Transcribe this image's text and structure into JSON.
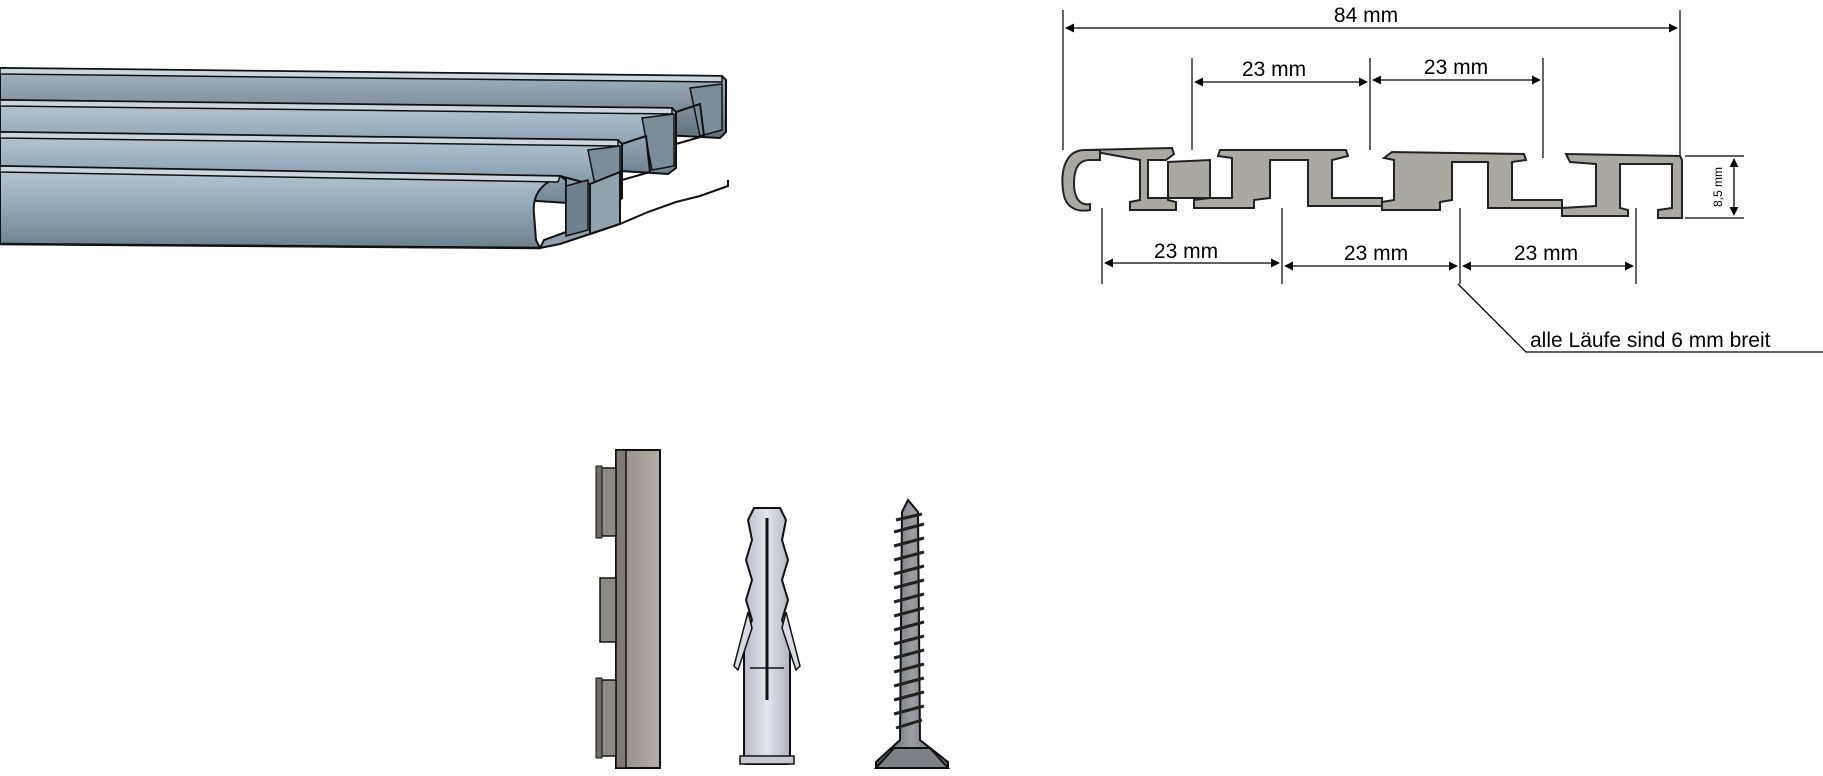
{
  "dimensions": {
    "overall_width": "84 mm",
    "top_spacing_1": "23 mm",
    "top_spacing_2": "23 mm",
    "bottom_spacing_1": "23 mm",
    "bottom_spacing_2": "23 mm",
    "bottom_spacing_3": "23 mm",
    "height": "8,5 mm"
  },
  "note": "alle Läufe sind 6 mm breit",
  "colors": {
    "rail_top": "#aebfca",
    "rail_mid": "#8ea3b1",
    "rail_bottom": "#6f8391",
    "profile_fill": "#a9a9a1",
    "clip_fill": "#a09c94",
    "dowel_fill": "#c9ccd6",
    "screw_fill": "#6f7276",
    "outline": "#111111"
  },
  "icons": {
    "rail": "curtain-rail-4-track-icon",
    "profile": "rail-cross-section-icon",
    "clip": "mounting-clip-icon",
    "dowel": "wall-plug-icon",
    "screw": "screw-icon"
  }
}
